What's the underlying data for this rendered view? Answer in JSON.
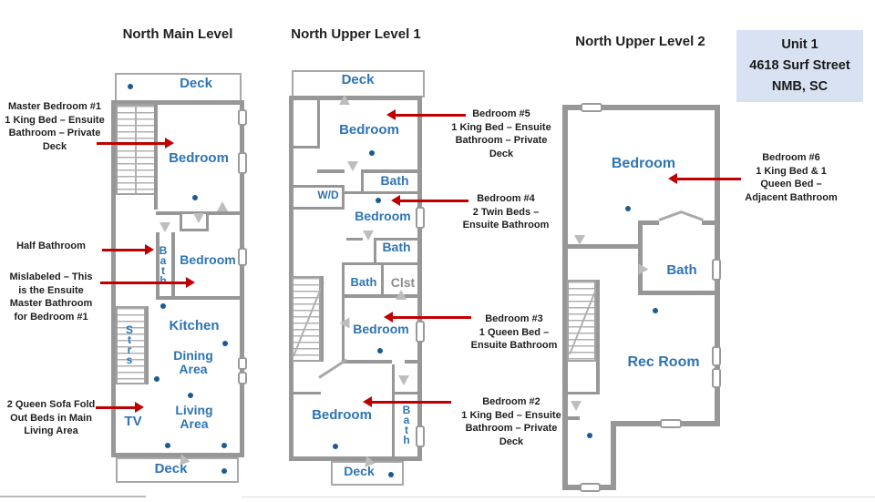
{
  "colors": {
    "wall": "#979797",
    "room_label": "#2e74b5",
    "dot": "#1b5a96",
    "arrow": "#c00000",
    "info_box_bg": "#d9e2f3",
    "annotation_text": "#1f1f1f"
  },
  "info_box": {
    "line1": "Unit 1",
    "line2": "4618 Surf Street",
    "line3": "NMB, SC"
  },
  "plan1": {
    "title": "North Main Level",
    "rooms": {
      "deck_top": "Deck",
      "bedroom_upper": "Bedroom",
      "half_bath": "Bath",
      "bedroom_mid": "Bedroom",
      "kitchen": "Kitchen",
      "dining": "Dining\nArea",
      "stairs": "Strs",
      "tv": "TV",
      "living": "Living\nArea",
      "deck_bottom": "Deck"
    }
  },
  "plan2": {
    "title": "North Upper Level 1",
    "rooms": {
      "deck_top": "Deck",
      "bedroom5": "Bedroom",
      "bath_upper": "Bath",
      "wd": "W/D",
      "bedroom4": "Bedroom",
      "bath_mid": "Bath",
      "bath_lower": "Bath",
      "closet": "Clst",
      "bedroom3": "Bedroom",
      "bedroom2": "Bedroom",
      "bath_vertical": "Bath",
      "deck_bottom": "Deck"
    }
  },
  "plan3": {
    "title": "North Upper Level 2",
    "rooms": {
      "bedroom6": "Bedroom",
      "bath": "Bath",
      "rec_room": "Rec Room"
    }
  },
  "annotations": {
    "master_bedroom1": "Master Bedroom #1\n1 King Bed – Ensuite\nBathroom – Private\nDeck",
    "half_bathroom": "Half Bathroom",
    "mislabeled": "Mislabeled – This\nis the Ensuite\nMaster Bathroom\nfor Bedroom #1",
    "sofa_beds": "2 Queen Sofa Fold\nOut Beds in Main\nLiving Area",
    "bedroom5": "Bedroom #5\n1 King Bed – Ensuite\nBathroom – Private\nDeck",
    "bedroom4": "Bedroom #4\n2 Twin Beds –\nEnsuite Bathroom",
    "bedroom3": "Bedroom #3\n1 Queen Bed –\nEnsuite Bathroom",
    "bedroom2": "Bedroom #2\n1 King Bed – Ensuite\nBathroom – Private\nDeck",
    "bedroom6": "Bedroom #6\n1 King Bed & 1\nQueen Bed –\nAdjacent Bathroom"
  }
}
